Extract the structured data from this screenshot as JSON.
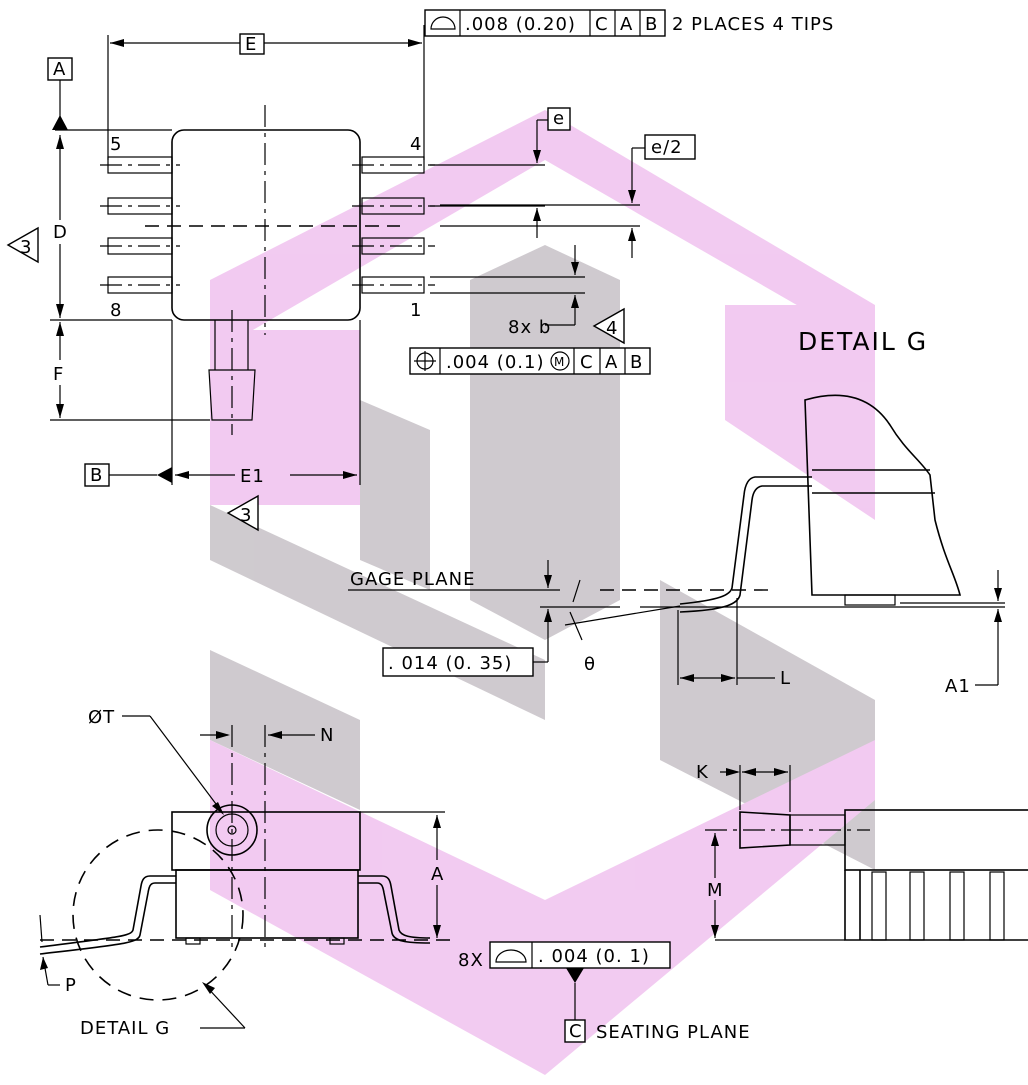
{
  "datums": {
    "a": "A",
    "b": "B",
    "c": "C"
  },
  "dims": {
    "e_cap": "E",
    "d": "D",
    "f": "F",
    "e1": "E1",
    "e_small": "e",
    "e_half": "e/2",
    "b_lead": "8x b",
    "a": "A",
    "a1": "A1",
    "l": "L",
    "theta": "θ",
    "k": "K",
    "m": "M",
    "n": "N",
    "p": "P",
    "t": "ØT"
  },
  "pins": {
    "p5": "5",
    "p4": "4",
    "p8": "8",
    "p1": "1"
  },
  "notes": {
    "n3": "3",
    "n4": "4"
  },
  "fcf_profile": {
    "value": ".008 (0.20)",
    "d1": "C",
    "d2": "A",
    "d3": "B",
    "note": "2 PLACES 4 TIPS"
  },
  "fcf_position": {
    "value": ".004 (0.1)",
    "modifier": "M",
    "d1": "C",
    "d2": "A",
    "d3": "B"
  },
  "fcf_seating": {
    "count": "8X",
    "value": ". 004 (0. 1)"
  },
  "gage": {
    "label": "GAGE PLANE",
    "value": ". 014 (0. 35)"
  },
  "labels": {
    "detail_title": "DETAIL  G",
    "detail_callout": "DETAIL  G",
    "seating_plane": "SEATING PLANE"
  },
  "colors": {
    "watermark_pink": "#e8a0e6",
    "watermark_gray": "#a8a0a8"
  }
}
